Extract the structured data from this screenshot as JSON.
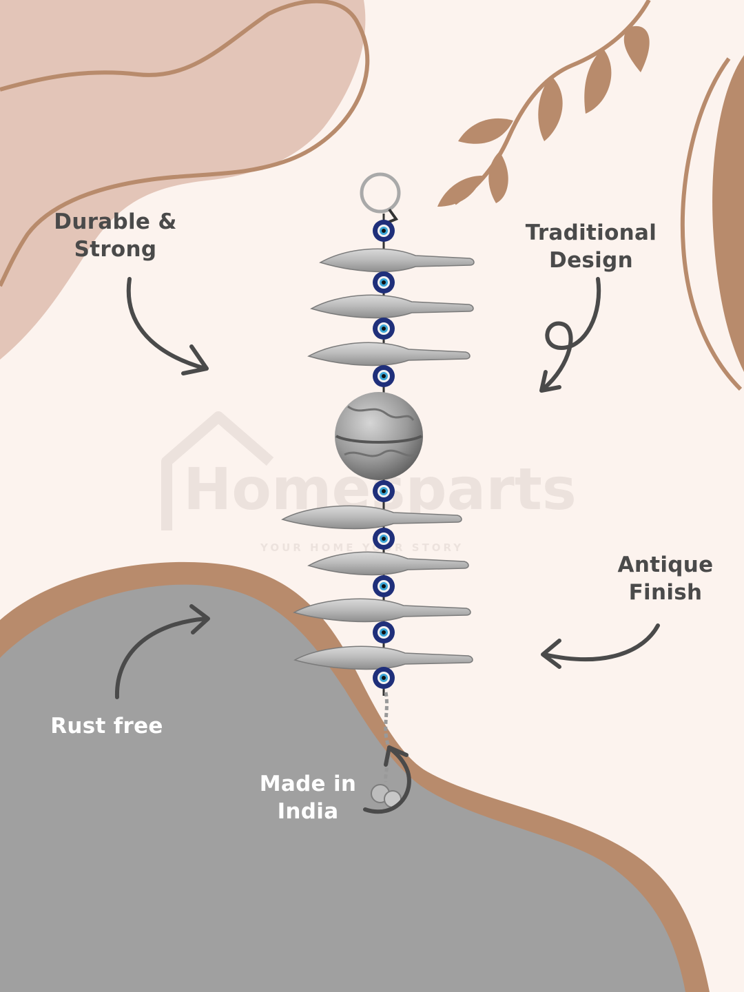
{
  "colors": {
    "background": "#fcf3ee",
    "blob_pink": "#e3c5b8",
    "accent_brown": "#b88b6c",
    "blob_grey": "#a0a0a0",
    "text_dark": "#4a4a4a",
    "text_light": "#ffffff",
    "arrow": "#4a4a4a"
  },
  "features": {
    "durable": {
      "line1": "Durable &",
      "line2": "Strong"
    },
    "traditional": {
      "line1": "Traditional",
      "line2": "Design"
    },
    "antique": {
      "line1": "Antique",
      "line2": "Finish"
    },
    "rust": {
      "line1": "Rust free"
    },
    "made": {
      "line1": "Made in",
      "line2": "India"
    }
  },
  "watermark": {
    "brand": "Homesparts",
    "tagline": "YOUR HOME YOUR STORY"
  },
  "icons": {
    "arrows": [
      "curved-arrow-icon",
      "loop-arrow-icon"
    ],
    "decor": [
      "leaf-branch-icon",
      "house-logo-icon"
    ]
  }
}
